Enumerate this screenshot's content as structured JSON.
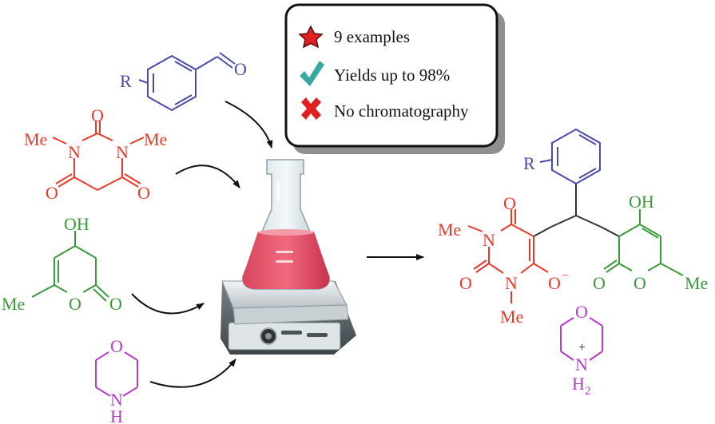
{
  "legend": {
    "items": [
      {
        "icon": "star-icon",
        "text": "9 examples"
      },
      {
        "icon": "checkmark-icon",
        "text": "Yields up to 98%"
      },
      {
        "icon": "cross-icon",
        "text": "No chromatography"
      }
    ]
  },
  "colors": {
    "aldehyde": "#4a4aa8",
    "barbituric": "#e83a2a",
    "pyranone": "#3a9a3a",
    "morpholine": "#b43cc8",
    "arrow": "#111111",
    "star": "#e02020",
    "check": "#3aa8a0",
    "cross": "#e02020"
  },
  "reactants": {
    "aldehyde": {
      "r": "R",
      "o": "O"
    },
    "barbituric": {
      "me1": "Me",
      "me2": "Me",
      "n1": "N",
      "n2": "N",
      "o1": "O",
      "o2": "O",
      "o3": "O"
    },
    "pyranone": {
      "oh": "OH",
      "me": "Me",
      "o_ring": "O",
      "o_carbonyl": "O"
    },
    "morpholine": {
      "o": "O",
      "n": "N",
      "h": "H"
    }
  },
  "product": {
    "aryl_r": "R",
    "oh": "OH",
    "me_top": "Me",
    "n_top": "N",
    "o_top": "O",
    "o_left": "O",
    "n_bottom": "N",
    "me_bottom": "Me",
    "o_minus": "O",
    "minus": "−",
    "pyr_o_carbonyl": "O",
    "pyr_o_ring": "O",
    "pyr_me": "Me",
    "cation_o": "O",
    "cation_n": "N",
    "cation_plus": "+",
    "cation_h": "H",
    "cation_h_sub": "2"
  }
}
